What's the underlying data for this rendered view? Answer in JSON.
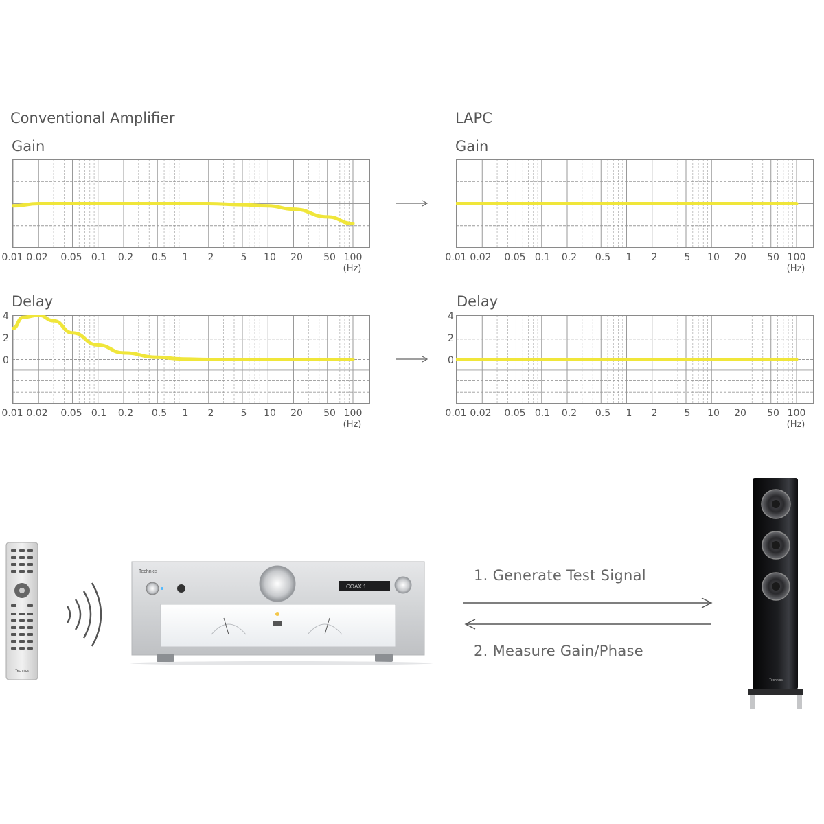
{
  "headings": {
    "left_title": "Conventional Amplifier",
    "right_title": "LAPC",
    "gain": "Gain",
    "delay": "Delay"
  },
  "x_ticks": [
    "0.01",
    "0.02",
    "0.05",
    "0.1",
    "0.2",
    "0.5",
    "1",
    "2",
    "5",
    "10",
    "20",
    "50",
    "100"
  ],
  "x_unit": "(Hz)",
  "delay_y_ticks": [
    "4",
    "2",
    "0"
  ],
  "colors": {
    "curve": "#f0e63a",
    "grid": "#999999",
    "text": "#555555"
  },
  "chart_data": [
    {
      "type": "line",
      "title": "Gain",
      "panel": "Conventional Amplifier",
      "x_scale": "log",
      "xlim": [
        0.01,
        100
      ],
      "series": [
        {
          "x": [
            0.01,
            0.02,
            0.05,
            0.1,
            0.2,
            0.5,
            1,
            2,
            5,
            10,
            20,
            50,
            100
          ],
          "y": [
            -0.1,
            0.0,
            0.0,
            0.0,
            0.0,
            0.0,
            0.0,
            0.0,
            -0.05,
            -0.1,
            -0.25,
            -0.6,
            -0.9
          ]
        }
      ],
      "ylim": [
        -2,
        2
      ],
      "grid": true
    },
    {
      "type": "line",
      "title": "Gain",
      "panel": "LAPC",
      "x_scale": "log",
      "xlim": [
        0.01,
        100
      ],
      "series": [
        {
          "x": [
            0.01,
            100
          ],
          "y": [
            0,
            0
          ]
        }
      ],
      "ylim": [
        -2,
        2
      ],
      "grid": true
    },
    {
      "type": "line",
      "title": "Delay",
      "panel": "Conventional Amplifier",
      "x_scale": "log",
      "xlim": [
        0.01,
        100
      ],
      "series": [
        {
          "x": [
            0.01,
            0.013,
            0.02,
            0.03,
            0.05,
            0.1,
            0.2,
            0.5,
            1,
            2,
            5,
            10,
            100
          ],
          "y": [
            2.8,
            3.8,
            4.0,
            3.5,
            2.4,
            1.3,
            0.6,
            0.2,
            0.05,
            0.0,
            0.0,
            0.0,
            0.0
          ]
        }
      ],
      "yticks": [
        4,
        2,
        0
      ],
      "ylim": [
        -4,
        4
      ],
      "grid": true
    },
    {
      "type": "line",
      "title": "Delay",
      "panel": "LAPC",
      "x_scale": "log",
      "xlim": [
        0.01,
        100
      ],
      "series": [
        {
          "x": [
            0.01,
            100
          ],
          "y": [
            0,
            0
          ]
        }
      ],
      "yticks": [
        4,
        2,
        0
      ],
      "ylim": [
        -4,
        4
      ],
      "grid": true
    }
  ],
  "diagram": {
    "step1": "1. Generate Test Signal",
    "step2": "2. Measure Gain/Phase",
    "remote_icon": "remote-control",
    "amplifier_icon": "amplifier",
    "speaker_icon": "floor-speaker",
    "brand": "Technics",
    "amp_display": "COAX 1"
  }
}
